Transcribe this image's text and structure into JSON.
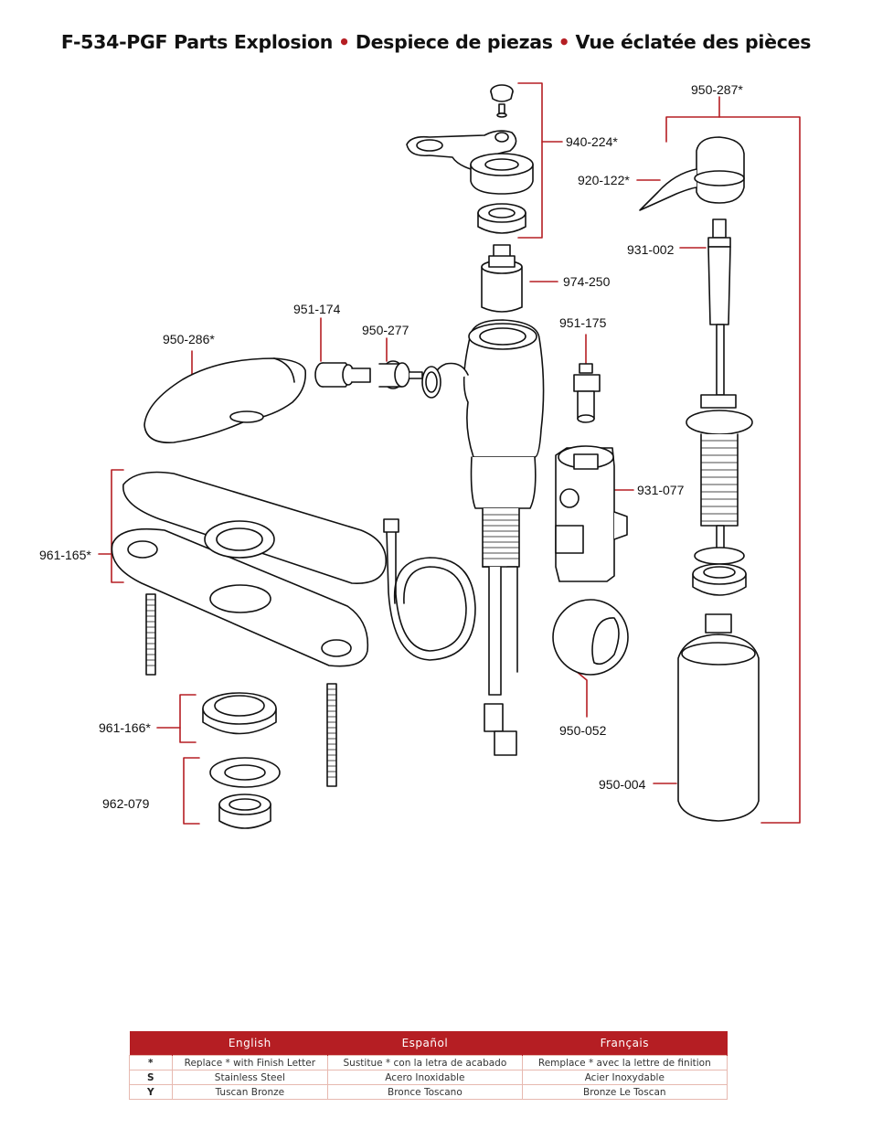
{
  "title": {
    "part1": "F-534-PGF Parts Explosion",
    "part2": "Despiece de piezas",
    "part3": "Vue éclatée des pièces",
    "separator": "•"
  },
  "callouts": [
    {
      "id": "c1",
      "text": "950-287*"
    },
    {
      "id": "c2",
      "text": "940-224*"
    },
    {
      "id": "c3",
      "text": "920-122*"
    },
    {
      "id": "c4",
      "text": "931-002"
    },
    {
      "id": "c5",
      "text": "974-250"
    },
    {
      "id": "c6",
      "text": "951-174"
    },
    {
      "id": "c7",
      "text": "950-277"
    },
    {
      "id": "c8",
      "text": "951-175"
    },
    {
      "id": "c9",
      "text": "950-286*"
    },
    {
      "id": "c10",
      "text": "931-077"
    },
    {
      "id": "c11",
      "text": "961-165*"
    },
    {
      "id": "c12",
      "text": "961-166*"
    },
    {
      "id": "c13",
      "text": "950-052"
    },
    {
      "id": "c14",
      "text": "950-004"
    },
    {
      "id": "c15",
      "text": "962-079"
    }
  ],
  "legend": {
    "headers": [
      "",
      "English",
      "Español",
      "Français"
    ],
    "rows": [
      {
        "code": "*",
        "english": "Replace * with Finish Letter",
        "spanish": "Sustitue * con la letra de acabado",
        "french": "Remplace * avec la lettre de finition"
      },
      {
        "code": "S",
        "english": "Stainless Steel",
        "spanish": "Acero Inoxidable",
        "french": "Acier Inoxydable"
      },
      {
        "code": "Y",
        "english": "Tuscan Bronze",
        "spanish": "Bronce Toscano",
        "french": "Bronze Le Toscan"
      }
    ]
  },
  "colors": {
    "accent": "#b51e23",
    "line": "#111111"
  }
}
